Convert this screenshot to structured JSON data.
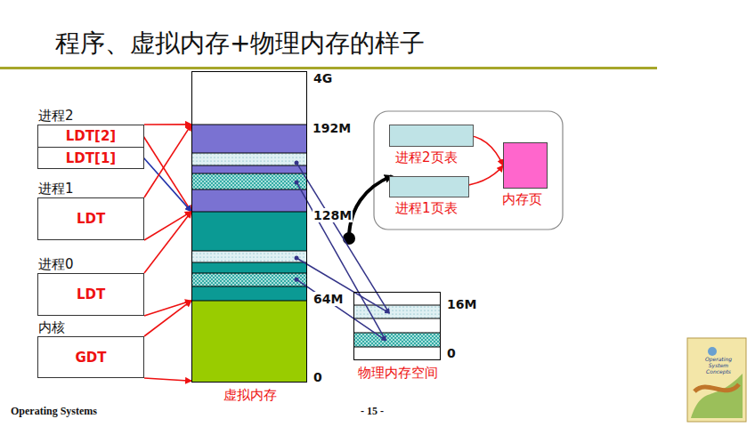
{
  "diagram": {
    "title": "程序、虚拟内存+物理内存的样子",
    "nodes": [
      {
        "text": [
          "进程2"
        ]
      },
      {
        "text": [
          "LDT[2]"
        ],
        "in": 0
      },
      {
        "text": [
          "LDT[1]"
        ],
        "in": 0
      },
      {
        "text": [
          "进程1",
          "LDT"
        ]
      },
      {
        "text": [
          "进程0",
          "LDT"
        ]
      },
      {
        "text": [
          "内核",
          "GDT"
        ]
      },
      {
        "text": [
          "虚拟内存"
        ]
      },
      {
        "text": [
          "物理内存空间"
        ]
      },
      {
        "text": [
          "进程2页表"
        ]
      },
      {
        "text": [
          "进程1页表"
        ]
      },
      {
        "text": [
          "内存页"
        ]
      }
    ],
    "edges": [
      {
        "from": 0,
        "to": 6,
        "arrow": "to"
      },
      {
        "from": 1,
        "to": 6,
        "arrow": "to"
      },
      {
        "from": 2,
        "to": 6,
        "arrow": "to"
      },
      {
        "from": 3,
        "to": 6,
        "arrow": "to"
      },
      {
        "from": 3,
        "to": 6,
        "arrow": "to"
      },
      {
        "from": 4,
        "to": 6,
        "arrow": "to"
      },
      {
        "from": 4,
        "to": 6,
        "arrow": "to"
      },
      {
        "from": 5,
        "to": 6,
        "arrow": "to"
      },
      {
        "from": 5,
        "to": 6,
        "arrow": "to"
      },
      {
        "from": 6,
        "to": 7,
        "arrow": "to"
      },
      {
        "from": 6,
        "to": 7,
        "arrow": "to"
      },
      {
        "from": 6,
        "to": 7,
        "arrow": "to"
      },
      {
        "from": 6,
        "to": 7,
        "arrow": "to"
      },
      {
        "from": 8,
        "to": 10,
        "arrow": "to"
      },
      {
        "from": 9,
        "to": 10,
        "arrow": "to"
      }
    ],
    "labels": [
      "4G",
      "192M",
      "128M",
      "64M",
      "0",
      "16M",
      "0",
      "Operating Systems",
      "- 15 -",
      "Operating System Concepts"
    ]
  }
}
